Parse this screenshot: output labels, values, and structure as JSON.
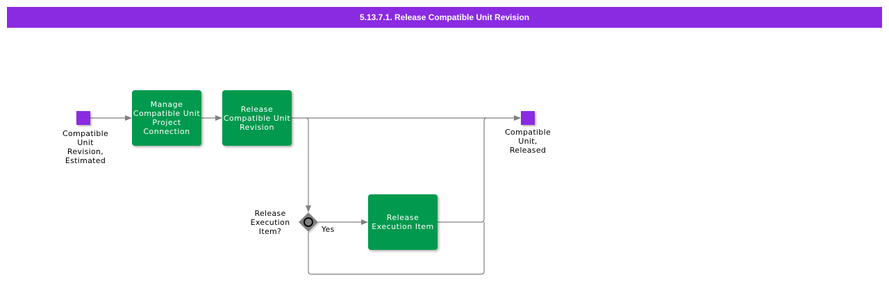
{
  "title": "5.13.7.1. Release Compatible Unit Revision",
  "events": {
    "start": {
      "label": "Compatible\nUnit\nRevision,\nEstimated"
    },
    "end": {
      "label": "Compatible\nUnit,\nReleased"
    }
  },
  "tasks": [
    {
      "label": "Manage Compatible Unit Project Connection"
    },
    {
      "label": "Release Compatible Unit Revision"
    },
    {
      "label": "Release Execution Item"
    }
  ],
  "gateway": {
    "label": "Release\nExecution\nItem?",
    "yes_label": "Yes"
  },
  "colors": {
    "title_bg": "#8a2be2",
    "task": "#00994d",
    "event": "#8a2be2",
    "gateway": "#808080",
    "connector": "#808080"
  }
}
